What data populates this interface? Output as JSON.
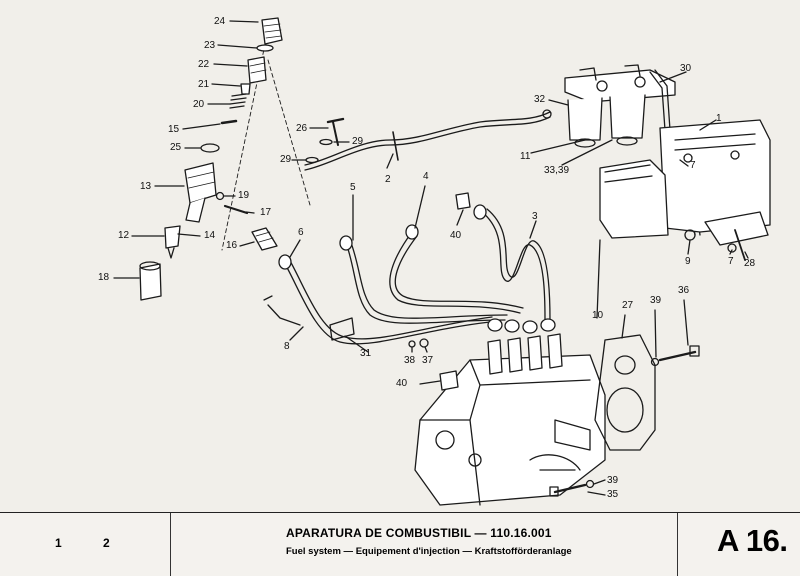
{
  "diagram": {
    "callouts": [
      {
        "id": "24",
        "text": "24"
      },
      {
        "id": "23",
        "text": "23"
      },
      {
        "id": "22",
        "text": "22"
      },
      {
        "id": "21",
        "text": "21"
      },
      {
        "id": "20",
        "text": "20"
      },
      {
        "id": "15",
        "text": "15"
      },
      {
        "id": "25",
        "text": "25"
      },
      {
        "id": "13",
        "text": "13"
      },
      {
        "id": "19",
        "text": "19"
      },
      {
        "id": "17",
        "text": "17"
      },
      {
        "id": "12",
        "text": "12"
      },
      {
        "id": "14",
        "text": "14"
      },
      {
        "id": "16",
        "text": "16"
      },
      {
        "id": "18",
        "text": "18"
      },
      {
        "id": "26",
        "text": "26"
      },
      {
        "id": "29a",
        "text": "29"
      },
      {
        "id": "29b",
        "text": "29"
      },
      {
        "id": "2",
        "text": "2"
      },
      {
        "id": "5",
        "text": "5"
      },
      {
        "id": "4",
        "text": "4"
      },
      {
        "id": "6",
        "text": "6"
      },
      {
        "id": "40a",
        "text": "40"
      },
      {
        "id": "3",
        "text": "3"
      },
      {
        "id": "8",
        "text": "8"
      },
      {
        "id": "31",
        "text": "31"
      },
      {
        "id": "38",
        "text": "38"
      },
      {
        "id": "37",
        "text": "37"
      },
      {
        "id": "40b",
        "text": "40"
      },
      {
        "id": "10",
        "text": "10"
      },
      {
        "id": "27",
        "text": "27"
      },
      {
        "id": "39a",
        "text": "39"
      },
      {
        "id": "36",
        "text": "36"
      },
      {
        "id": "39b",
        "text": "39"
      },
      {
        "id": "35",
        "text": "35"
      },
      {
        "id": "30",
        "text": "30"
      },
      {
        "id": "32",
        "text": "32"
      },
      {
        "id": "1",
        "text": "1"
      },
      {
        "id": "11",
        "text": "11"
      },
      {
        "id": "33",
        "text": "33,39"
      },
      {
        "id": "7a",
        "text": "7"
      },
      {
        "id": "9",
        "text": "9"
      },
      {
        "id": "7b",
        "text": "7"
      },
      {
        "id": "28",
        "text": "28"
      }
    ]
  },
  "footer": {
    "page_left": "1",
    "page_right": "2",
    "title": "APARATURA DE COMBUSTIBIL — 110.16.001",
    "subtitle": "Fuel system — Equipement d'injection — Kraftstofförderanlage",
    "plate_code": "A 16."
  }
}
